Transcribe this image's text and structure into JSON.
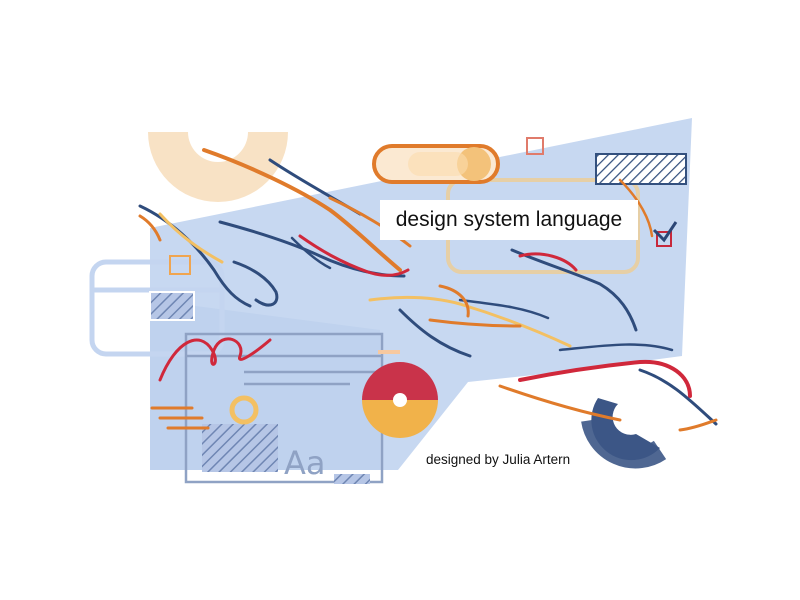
{
  "illustration": {
    "title": "design system language",
    "credit": "designed by Julia Artern",
    "type_sample": "Aa"
  },
  "colors": {
    "background": "#ffffff",
    "light_blue": "#c4d6f0",
    "navy": "#33507e",
    "orange": "#e07b2b",
    "red": "#d0283b",
    "yellow": "#f3c063",
    "peach": "#f6dcb8",
    "muted_blue": "#9aa9c6"
  },
  "icons": [
    "toggle-switch-icon",
    "checkbox-checked-icon",
    "checkbox-empty-icon",
    "window-card-icon",
    "half-circle-icon",
    "ring-icon"
  ]
}
